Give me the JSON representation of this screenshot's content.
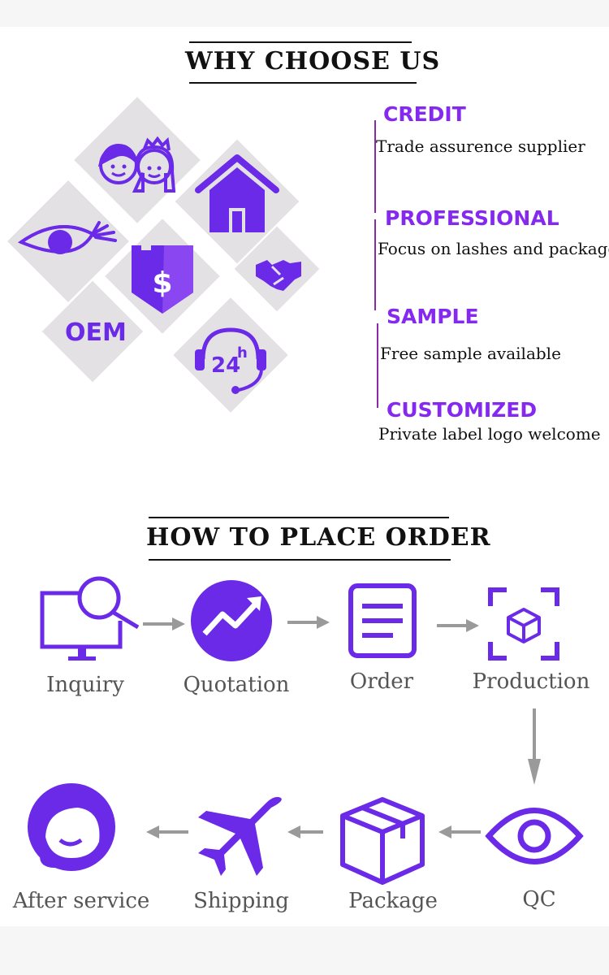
{
  "why": {
    "title": "WHY CHOOSE US",
    "icons": [
      "couple-icon",
      "home-icon",
      "eye-icon",
      "shield-dollar-icon",
      "handshake-icon",
      "oem-badge",
      "support-24h-icon"
    ],
    "oem_label": "OEM",
    "support_label": "24",
    "support_sup": "h",
    "features": [
      {
        "title": "CREDIT",
        "desc": "Trade assurence supplier"
      },
      {
        "title": "PROFESSIONAL",
        "desc": "Focus on lashes and package"
      },
      {
        "title": "SAMPLE",
        "desc": "Free sample available"
      },
      {
        "title": "CUSTOMIZED",
        "desc": "Private label logo welcome"
      }
    ]
  },
  "order": {
    "title": "HOW TO PLACE ORDER",
    "steps": [
      {
        "label": "Inquiry",
        "icon": "monitor-search-icon"
      },
      {
        "label": "Quotation",
        "icon": "trend-up-icon"
      },
      {
        "label": "Order",
        "icon": "document-icon"
      },
      {
        "label": "Production",
        "icon": "cube-scan-icon"
      },
      {
        "label": "QC",
        "icon": "eye-icon"
      },
      {
        "label": "Package",
        "icon": "box-icon"
      },
      {
        "label": "Shipping",
        "icon": "airplane-icon"
      },
      {
        "label": "After service",
        "icon": "headset-agent-icon"
      }
    ]
  },
  "colors": {
    "accent": "#6a2ae8",
    "title_accent": "#8629f0",
    "diamond": "#e4e1e4",
    "arrow": "#9a9a9a"
  }
}
